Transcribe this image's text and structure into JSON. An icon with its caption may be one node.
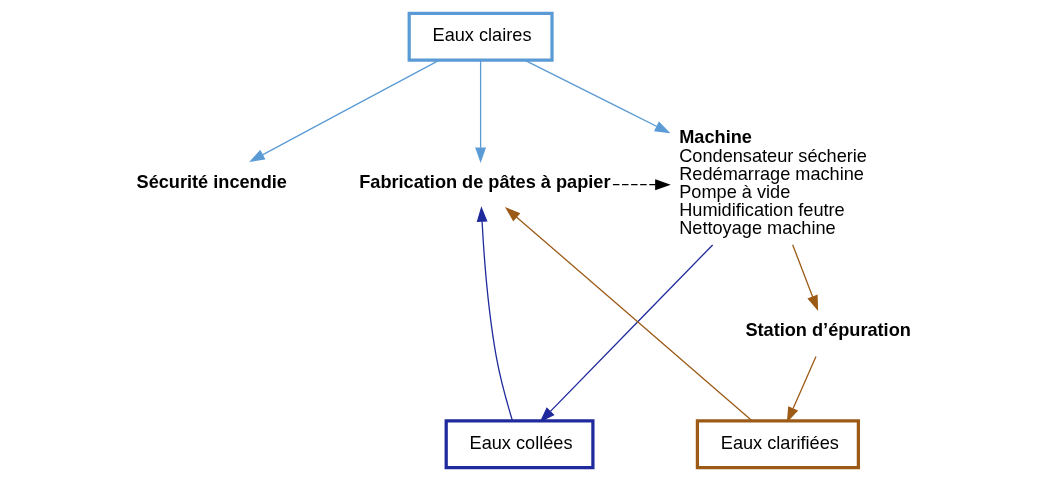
{
  "diagram": {
    "nodes": [
      {
        "text": [
          "Eaux claires"
        ]
      },
      {
        "text": [
          "Sécurité incendie"
        ]
      },
      {
        "text": [
          "Machine",
          "Condensateur sécherie",
          "Redémarrage machine",
          "Pompe à vide",
          "Humidification feutre",
          "Nettoyage machine"
        ]
      },
      {
        "text": [
          "Fabrication de pâtes à papier"
        ]
      },
      {
        "text": [
          "Eaux collées"
        ]
      },
      {
        "text": [
          "Eaux clarifiées"
        ]
      },
      {
        "text": [
          "Station d’épuration"
        ]
      }
    ],
    "edges": [
      {
        "from": 0,
        "to": 1,
        "arrow": "to",
        "color": "#5b9bd5"
      },
      {
        "from": 0,
        "to": 3,
        "arrow": "to",
        "color": "#5b9bd5"
      },
      {
        "from": 0,
        "to": 2,
        "arrow": "to",
        "color": "#5b9bd5"
      },
      {
        "from": 3,
        "to": 2,
        "arrow": "to",
        "style": "dashed",
        "color": "#000000"
      },
      {
        "from": 2,
        "to": 4,
        "arrow": "to",
        "color": "#1f2a9c"
      },
      {
        "from": 4,
        "to": 3,
        "arrow": "to",
        "color": "#1f2a9c"
      },
      {
        "from": 2,
        "to": 6,
        "arrow": "to",
        "color": "#9c5a16"
      },
      {
        "from": 6,
        "to": 5,
        "arrow": "to",
        "color": "#9c5a16"
      },
      {
        "from": 5,
        "to": 3,
        "arrow": "to",
        "color": "#9c5a16"
      }
    ]
  }
}
